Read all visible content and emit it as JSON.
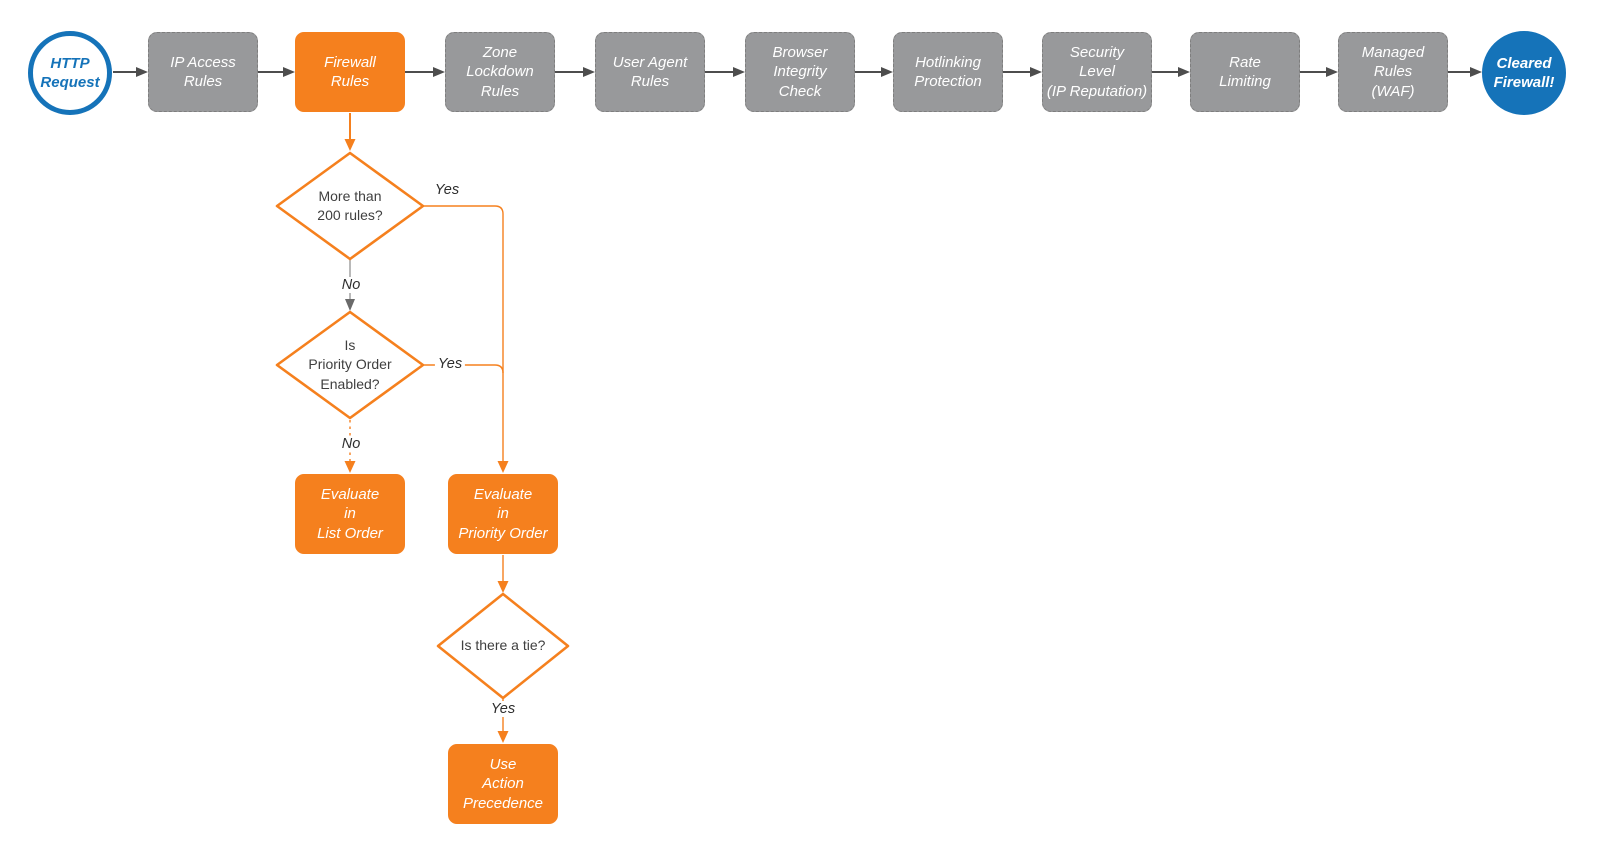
{
  "colors": {
    "bg": "#FFFFFF",
    "orange": "#F5801E",
    "gray_fill": "#98999B",
    "gray_border": "#7E7E7E",
    "blue": "#1573B9",
    "arrow_gray": "#4D4D4D",
    "line_gray": "#9B9B9B",
    "arrow_soft": "#6A6A6A",
    "text_dark": "#3F3F3F",
    "label_dark": "#2E2E2E"
  },
  "start": {
    "lines": [
      "HTTP",
      "Request"
    ]
  },
  "end": {
    "lines": [
      "Cleared",
      "Firewall!"
    ]
  },
  "stages": [
    {
      "id": "ip-access-rules",
      "lines": [
        "IP Access",
        "Rules"
      ],
      "highlight": false
    },
    {
      "id": "firewall-rules",
      "lines": [
        "Firewall",
        "Rules"
      ],
      "highlight": true
    },
    {
      "id": "zone-lockdown-rules",
      "lines": [
        "Zone",
        "Lockdown",
        "Rules"
      ],
      "highlight": false
    },
    {
      "id": "user-agent-rules",
      "lines": [
        "User Agent",
        "Rules"
      ],
      "highlight": false
    },
    {
      "id": "browser-integrity-check",
      "lines": [
        "Browser",
        "Integrity",
        "Check"
      ],
      "highlight": false
    },
    {
      "id": "hotlinking-protection",
      "lines": [
        "Hotlinking",
        "Protection"
      ],
      "highlight": false
    },
    {
      "id": "security-level",
      "lines": [
        "Security",
        "Level",
        "(IP Reputation)"
      ],
      "highlight": false
    },
    {
      "id": "rate-limiting",
      "lines": [
        "Rate",
        "Limiting"
      ],
      "highlight": false
    },
    {
      "id": "managed-rules-waf",
      "lines": [
        "Managed",
        "Rules",
        "(WAF)"
      ],
      "highlight": false
    }
  ],
  "decisions": [
    {
      "id": "more-than-200-rules",
      "lines": [
        "More than",
        "200 rules?"
      ]
    },
    {
      "id": "is-priority-order-enabled",
      "lines": [
        "Is",
        "Priority Order",
        "Enabled?"
      ]
    },
    {
      "id": "is-there-a-tie",
      "lines": [
        "Is there a tie?"
      ]
    }
  ],
  "actions": [
    {
      "id": "evaluate-in-list-order",
      "lines": [
        "Evaluate",
        "in",
        "List Order"
      ]
    },
    {
      "id": "evaluate-in-priority-order",
      "lines": [
        "Evaluate",
        "in",
        "Priority Order"
      ]
    },
    {
      "id": "use-action-precedence",
      "lines": [
        "Use",
        "Action",
        "Precedence"
      ]
    }
  ],
  "edge_labels": {
    "d1_yes": "Yes",
    "d1_no": "No",
    "d2_yes": "Yes",
    "d2_no": "No",
    "d3_yes": "Yes"
  }
}
